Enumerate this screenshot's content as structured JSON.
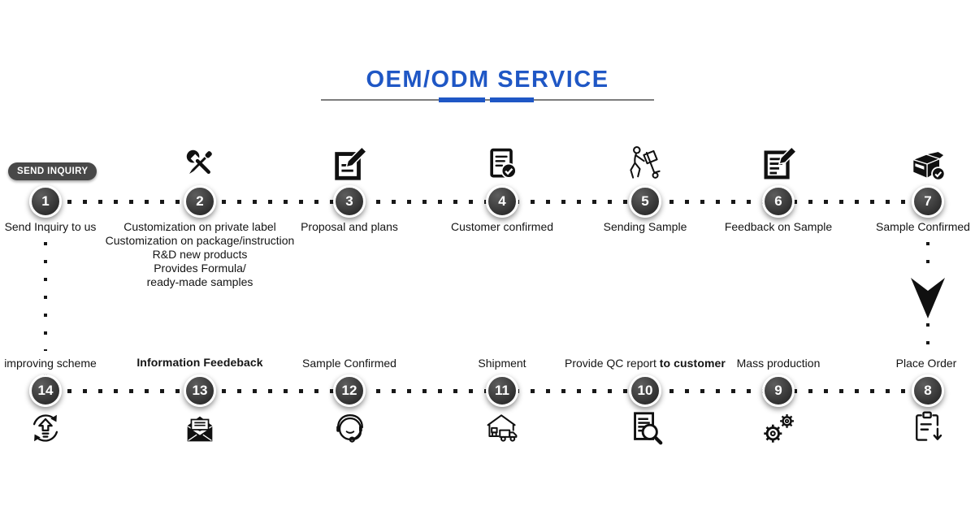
{
  "title": {
    "text": "OEM/ODM SERVICE"
  },
  "colors": {
    "accent_blue": "#1f57c5",
    "circle_dark": "#3a3a3a",
    "dot": "#181818",
    "badge_bg": "#484848"
  },
  "badge": {
    "text": "SEND INQUIRY"
  },
  "top_row": [
    {
      "number": "1",
      "label": "Send Inquiry to us",
      "icon": "send-inquiry-badge"
    },
    {
      "number": "2",
      "lines": [
        "Customization on private label",
        "Customization on package/instruction",
        "R&D new products",
        "Provides Formula/",
        "ready-made samples"
      ],
      "icon": "tools-icon"
    },
    {
      "number": "3",
      "label": "Proposal and plans",
      "icon": "document-edit-icon"
    },
    {
      "number": "4",
      "label": "Customer confirmed",
      "icon": "document-check-icon"
    },
    {
      "number": "5",
      "label": "Sending Sample",
      "icon": "delivery-person-icon"
    },
    {
      "number": "6",
      "label": "Feedback on Sample",
      "icon": "document-pencil-icon"
    },
    {
      "number": "7",
      "label": "Sample Confirmed",
      "icon": "package-check-icon"
    }
  ],
  "bottom_row": [
    {
      "number": "14",
      "label": "improving scheme",
      "icon": "refresh-upgrade-icon"
    },
    {
      "number": "13",
      "label": "Information Feedeback",
      "icon": "envelope-icon"
    },
    {
      "number": "12",
      "label": "Sample Confirmed",
      "icon": "headset-icon"
    },
    {
      "number": "11",
      "label": "Shipment",
      "icon": "warehouse-truck-icon"
    },
    {
      "number": "10",
      "label_regular": "Provide QC report ",
      "label_bold": "to customer",
      "icon": "document-magnifier-icon"
    },
    {
      "number": "9",
      "label": "Mass production",
      "icon": "gears-icon"
    },
    {
      "number": "8",
      "label": "Place Order",
      "icon": "clipboard-down-icon"
    }
  ]
}
